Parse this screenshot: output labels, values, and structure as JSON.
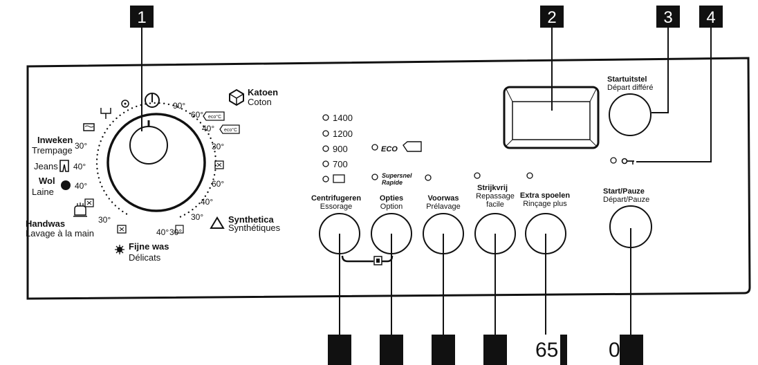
{
  "callouts": {
    "c1": "1",
    "c2": "2",
    "c3": "3",
    "c4": "4",
    "bottom_partial": "65",
    "bottom_last": "0"
  },
  "dial": {
    "power_symbol": "⏻",
    "katoen": "Katoen",
    "coton": "Coton",
    "k90": "90°",
    "k60": "60°",
    "k40": "40°",
    "eco_badge": "eco°C",
    "k30": "30°",
    "s60": "60°",
    "s40": "40°",
    "s30": "30°",
    "synthetica": "Synthetica",
    "synthetiques": "Synthétiques",
    "d40": "40°",
    "d30": "30°",
    "fijne_was": "Fijne was",
    "delicats": "Délicats",
    "h30": "30°",
    "handwas": "Handwas",
    "lavage_main": "Lavage à la main",
    "wol": "Wol",
    "laine": "Laine",
    "w40": "40°",
    "jeans": "Jeans",
    "j40": "40°",
    "inweken": "Inweken",
    "trempage": "Trempage",
    "i30": "30°"
  },
  "spin": {
    "s1400": "1400",
    "s1200": "1200",
    "s900": "900",
    "s700": "700"
  },
  "options": {
    "eco": "ECO",
    "supersnel": "Supersnel",
    "rapide": "Rapide"
  },
  "buttons": {
    "centrifugeren": "Centrifugeren",
    "essorage": "Essorage",
    "opties": "Opties",
    "option": "Option",
    "voorwas": "Voorwas",
    "prelavage": "Prélavage",
    "strijkvrij": "Strijkvrij",
    "repassage": "Repassage",
    "facile": "facile",
    "extra_spoelen": "Extra spoelen",
    "rincage_plus": "Rinçage plus",
    "startuitstel": "Startuitstel",
    "depart_differe": "Départ différé",
    "start_pauze": "Start/Pauze",
    "depart_pauze": "Départ/Pauze"
  }
}
